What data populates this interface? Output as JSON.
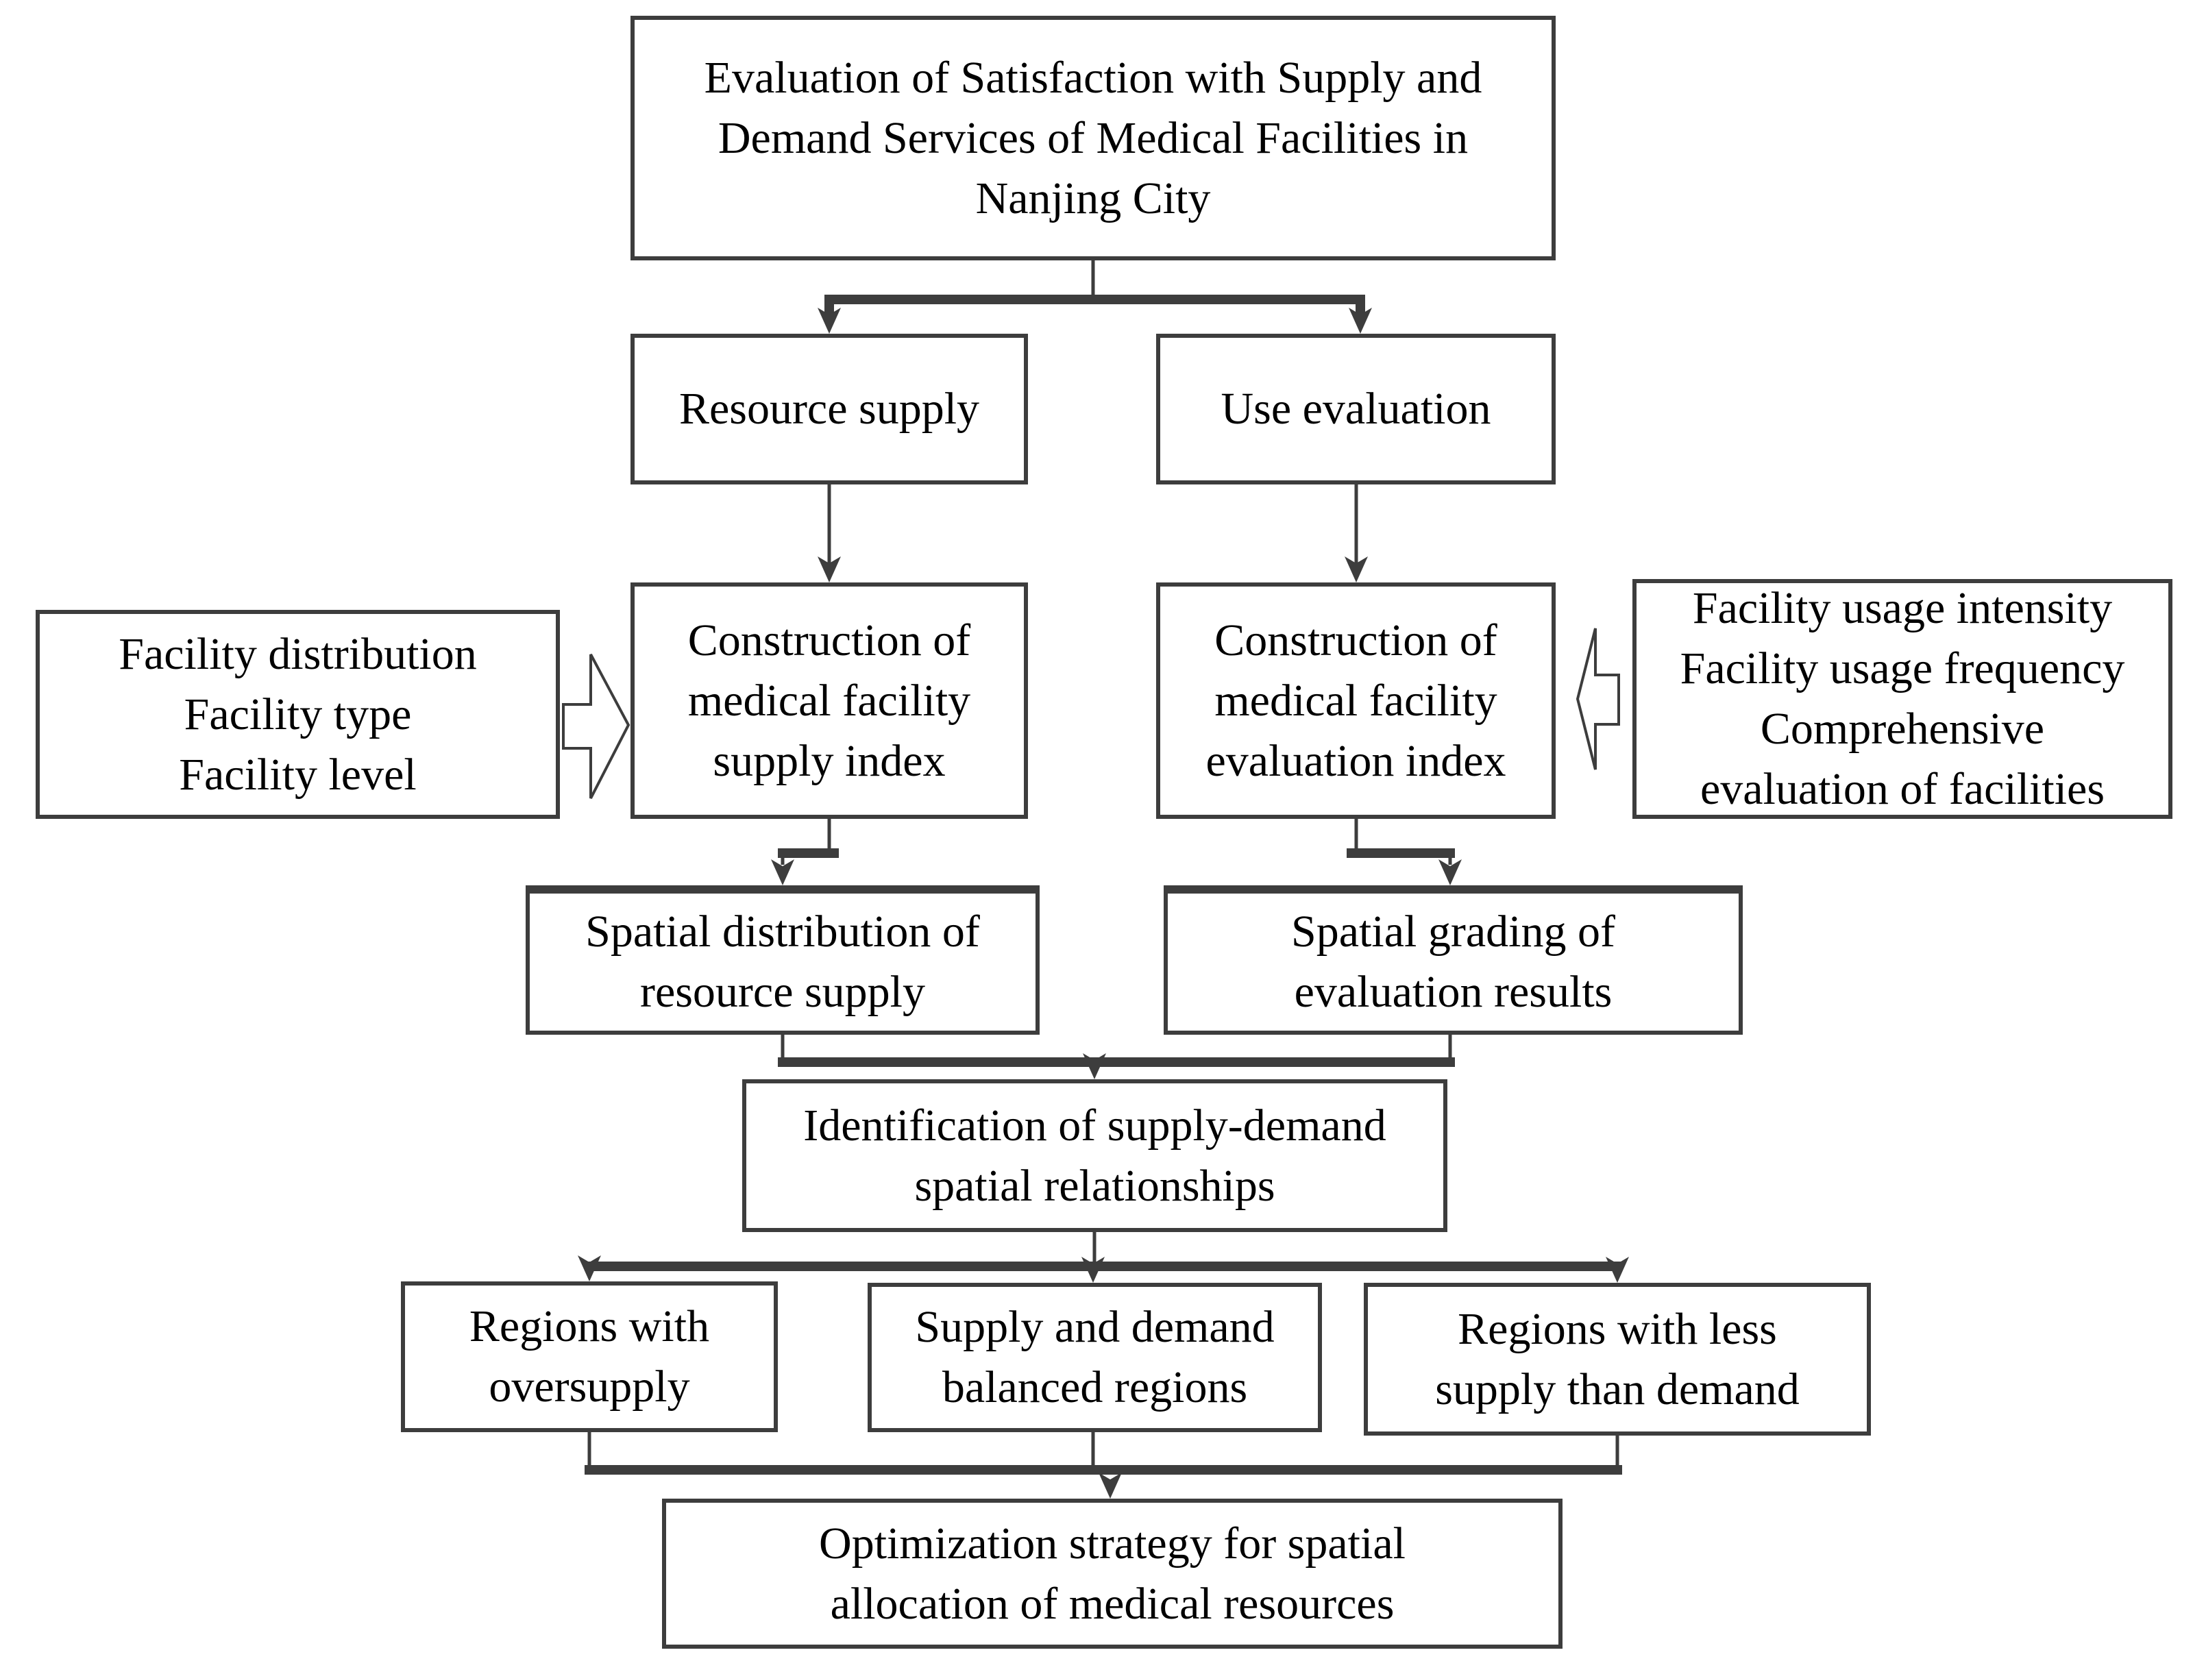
{
  "diagram": {
    "boxes": {
      "title": "Evaluation of Satisfaction with Supply and\nDemand Services of Medical Facilities in\nNanjing City",
      "resource_supply": "Resource supply",
      "use_evaluation": "Use evaluation",
      "facility_inputs_left": "Facility distribution\nFacility type\nFacility level",
      "supply_index": "Construction of\nmedical facility\nsupply index",
      "evaluation_index": "Construction of\nmedical facility\nevaluation index",
      "facility_inputs_right": "Facility usage intensity\nFacility usage frequency\nComprehensive\nevaluation of facilities",
      "spatial_distribution": "Spatial distribution of\nresource supply",
      "spatial_grading": "Spatial grading of\nevaluation results",
      "identification": "Identification of supply-demand\nspatial relationships",
      "oversupply": "Regions with\noversupply",
      "balanced": "Supply and demand\nbalanced regions",
      "less_supply": "Regions with less\nsupply than demand",
      "optimization": "Optimization strategy for spatial\nallocation of medical resources"
    },
    "colors": {
      "line": "#3d3d3d",
      "border": "#3d3d3d",
      "text": "#000000",
      "background": "#ffffff"
    }
  }
}
